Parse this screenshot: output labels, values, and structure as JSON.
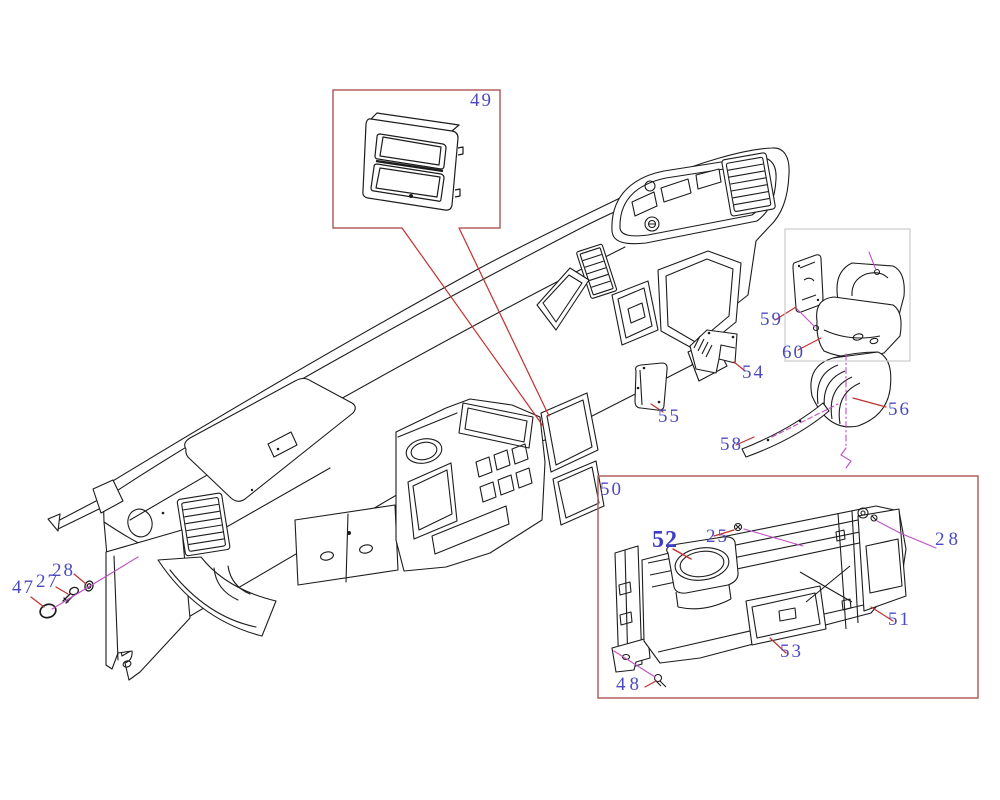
{
  "figure": {
    "type": "exploded-parts-diagram",
    "subject": "Truck dashboard / instrument panel assembly with numbered part callouts"
  },
  "colors": {
    "background": "#ffffff",
    "line_art": "#1c1c1c",
    "part_label": "#4b4ac1",
    "leader_red": "#c22f2f",
    "leader_magenta": "#c14fc4",
    "detail_box_border": "#b06060",
    "group_box_border": "#cbcbcb"
  },
  "detail_boxes": [
    {
      "label": "49"
    },
    {
      "label": "50"
    }
  ],
  "callouts": [
    {
      "label": "49"
    },
    {
      "label": "47"
    },
    {
      "label": "27"
    },
    {
      "label": "28"
    },
    {
      "label": "50"
    },
    {
      "label": "52"
    },
    {
      "label": "25"
    },
    {
      "label": "28"
    },
    {
      "label": "51"
    },
    {
      "label": "53"
    },
    {
      "label": "48"
    },
    {
      "label": "54"
    },
    {
      "label": "55"
    },
    {
      "label": "56"
    },
    {
      "label": "58"
    },
    {
      "label": "59"
    },
    {
      "label": "60"
    }
  ]
}
